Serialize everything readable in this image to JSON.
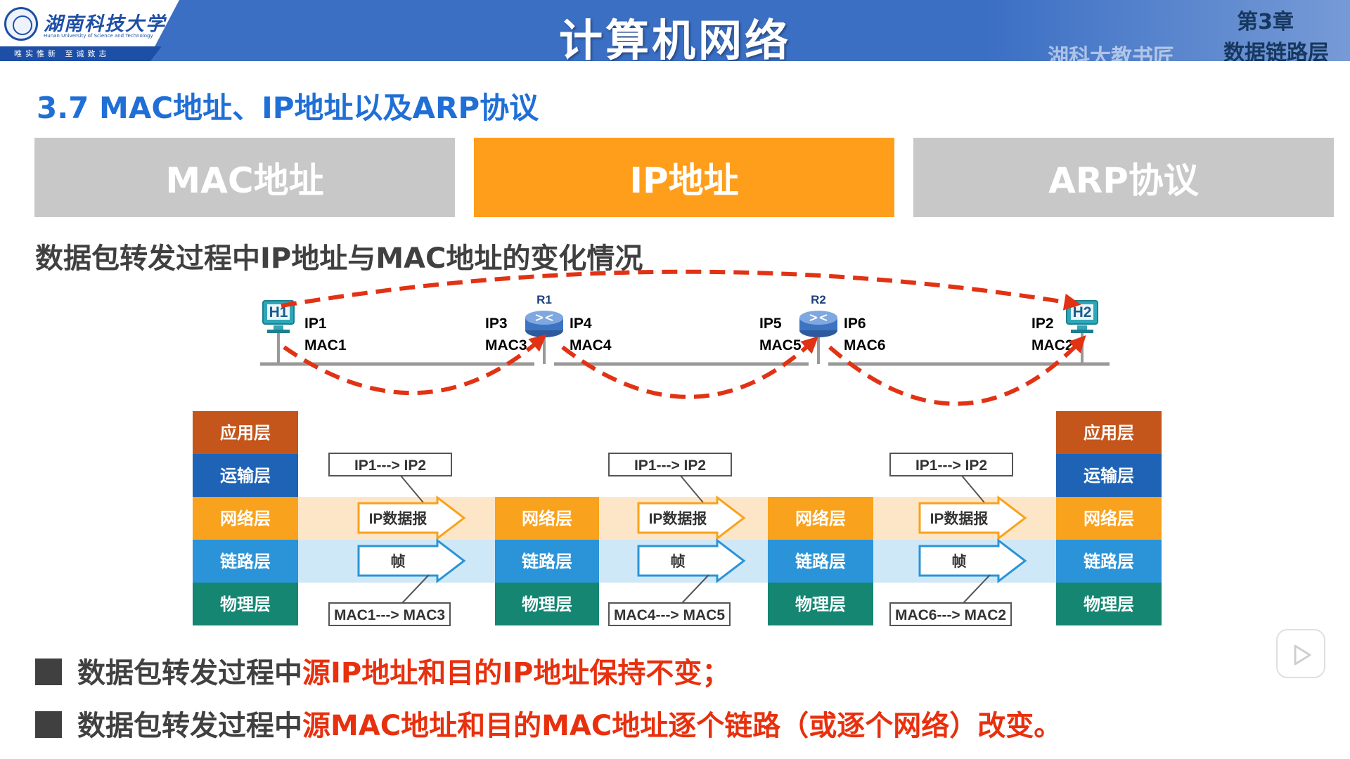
{
  "header": {
    "school_name": "湖南科技大学",
    "school_name_en": "Hunan University of Science and Technology",
    "motto": "唯实惟新 至诚致志",
    "title": "计算机网络",
    "chapter_num": "第3章",
    "chapter_name": "数据链路层",
    "watermark": "湖科大教书匠"
  },
  "section_title": "3.7 MAC地址、IP地址以及ARP协议",
  "tabs": [
    {
      "label": "MAC地址",
      "active": false
    },
    {
      "label": "IP地址",
      "active": true
    },
    {
      "label": "ARP协议",
      "active": false
    }
  ],
  "subtitle": "数据包转发过程中IP地址与MAC地址的变化情况",
  "topology": {
    "hosts": [
      {
        "name": "H1",
        "ip": "IP1",
        "mac": "MAC1"
      },
      {
        "name": "H2",
        "ip": "IP2",
        "mac": "MAC2"
      }
    ],
    "routers": [
      {
        "name": "R1",
        "ip_left": "IP3",
        "mac_left": "MAC3",
        "ip_right": "IP4",
        "mac_right": "MAC4"
      },
      {
        "name": "R2",
        "ip_left": "IP5",
        "mac_left": "MAC5",
        "ip_right": "IP6",
        "mac_right": "MAC6"
      }
    ]
  },
  "layers": {
    "application": "应用层",
    "transport": "运输层",
    "network": "网络层",
    "link": "链路层",
    "physical": "物理层"
  },
  "hops": [
    {
      "ip_header": "IP1---> IP2",
      "packet": "IP数据报",
      "frame": "帧",
      "mac_header": "MAC1---> MAC3"
    },
    {
      "ip_header": "IP1---> IP2",
      "packet": "IP数据报",
      "frame": "帧",
      "mac_header": "MAC4---> MAC5"
    },
    {
      "ip_header": "IP1---> IP2",
      "packet": "IP数据报",
      "frame": "帧",
      "mac_header": "MAC6---> MAC2"
    }
  ],
  "bullets": [
    {
      "normal": "数据包转发过程中",
      "highlight": "源IP地址和目的IP地址保持不变；"
    },
    {
      "normal": "数据包转发过程中",
      "highlight": "源MAC地址和目的MAC地址逐个链路（或逐个网络）改变。"
    }
  ],
  "colors": {
    "header_blue": "#3b6fc4",
    "section_blue": "#1f6fd6",
    "tab_active": "#ff9e1b",
    "tab_inactive": "#c8c8c8",
    "application_layer": "#c4561b",
    "transport_layer": "#1e63b5",
    "network_layer": "#f9a21d",
    "link_layer": "#2b94d8",
    "physical_layer": "#148672",
    "arrow_red": "#e23214",
    "highlight_red": "#e8300e"
  },
  "icons": [
    "host-computer-icon",
    "router-icon",
    "play-icon"
  ]
}
